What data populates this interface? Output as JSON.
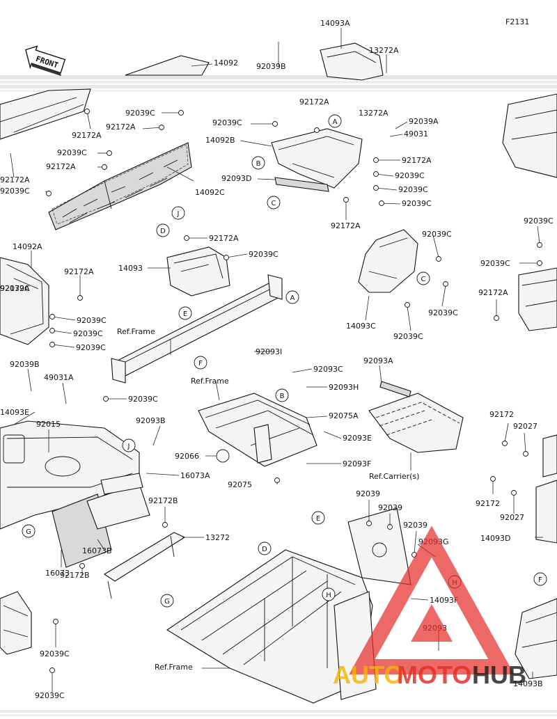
{
  "diagram": {
    "figure_code": "F2131",
    "front_label": "FRONT",
    "callouts": [
      {
        "text": "14092"
      },
      {
        "text": "14093A"
      },
      {
        "text": "13272A"
      },
      {
        "text": "92039B"
      },
      {
        "text": "92172A"
      },
      {
        "text": "92039C"
      },
      {
        "text": "92172A"
      },
      {
        "text": "92039C"
      },
      {
        "text": "92172A"
      },
      {
        "text": "92039C"
      },
      {
        "text": "92172A"
      },
      {
        "text": "92039C"
      },
      {
        "text": "92172A"
      },
      {
        "text": "14092C"
      },
      {
        "text": "92039C"
      },
      {
        "text": "92172A"
      },
      {
        "text": "14092B"
      },
      {
        "text": "92093D"
      },
      {
        "text": "13272A"
      },
      {
        "text": "92039A"
      },
      {
        "text": "49031"
      },
      {
        "text": "92172A"
      },
      {
        "text": "92039C"
      },
      {
        "text": "92039C"
      },
      {
        "text": "92039C"
      },
      {
        "text": "92172A"
      },
      {
        "text": "92172A"
      },
      {
        "text": "92039C"
      },
      {
        "text": "14093"
      },
      {
        "text": "14092A"
      },
      {
        "text": "92172A"
      },
      {
        "text": "92039C"
      },
      {
        "text": "92039C"
      },
      {
        "text": "92039C"
      },
      {
        "text": "Ref.Frame"
      },
      {
        "text": "92039C"
      },
      {
        "text": "92039C"
      },
      {
        "text": "14093C"
      },
      {
        "text": "92039C"
      },
      {
        "text": "92039C"
      },
      {
        "text": "92039C"
      },
      {
        "text": "92172A"
      },
      {
        "text": "92039B"
      },
      {
        "text": "49031A"
      },
      {
        "text": "92039C"
      },
      {
        "text": "92093I"
      },
      {
        "text": "92093C"
      },
      {
        "text": "Ref.Frame"
      },
      {
        "text": "92093H"
      },
      {
        "text": "92093A"
      },
      {
        "text": "14093E"
      },
      {
        "text": "92015"
      },
      {
        "text": "92093B"
      },
      {
        "text": "92075A"
      },
      {
        "text": "92093E"
      },
      {
        "text": "92066"
      },
      {
        "text": "92093F"
      },
      {
        "text": "Ref.Carrier(s)"
      },
      {
        "text": "92172"
      },
      {
        "text": "92027"
      },
      {
        "text": "16073A"
      },
      {
        "text": "92075"
      },
      {
        "text": "92039"
      },
      {
        "text": "92039"
      },
      {
        "text": "92039"
      },
      {
        "text": "92172B"
      },
      {
        "text": "92172"
      },
      {
        "text": "92027"
      },
      {
        "text": "14093D"
      },
      {
        "text": "13272"
      },
      {
        "text": "16073B"
      },
      {
        "text": "16073"
      },
      {
        "text": "92172B"
      },
      {
        "text": "92093G"
      },
      {
        "text": "14093F"
      },
      {
        "text": "92093"
      },
      {
        "text": "92039C"
      },
      {
        "text": "Ref.Frame"
      },
      {
        "text": "92039C"
      },
      {
        "text": "14093B"
      }
    ],
    "markers": [
      "A",
      "B",
      "C",
      "D",
      "E",
      "F",
      "G",
      "H",
      "J"
    ],
    "watermark": {
      "brand_part1": "AUTO",
      "brand_part2": "MOTO",
      "brand_part3": "HUB",
      "color_red": "#e5302b",
      "color_yellow": "#f5b400",
      "color_dark": "#1a1a1a"
    }
  }
}
